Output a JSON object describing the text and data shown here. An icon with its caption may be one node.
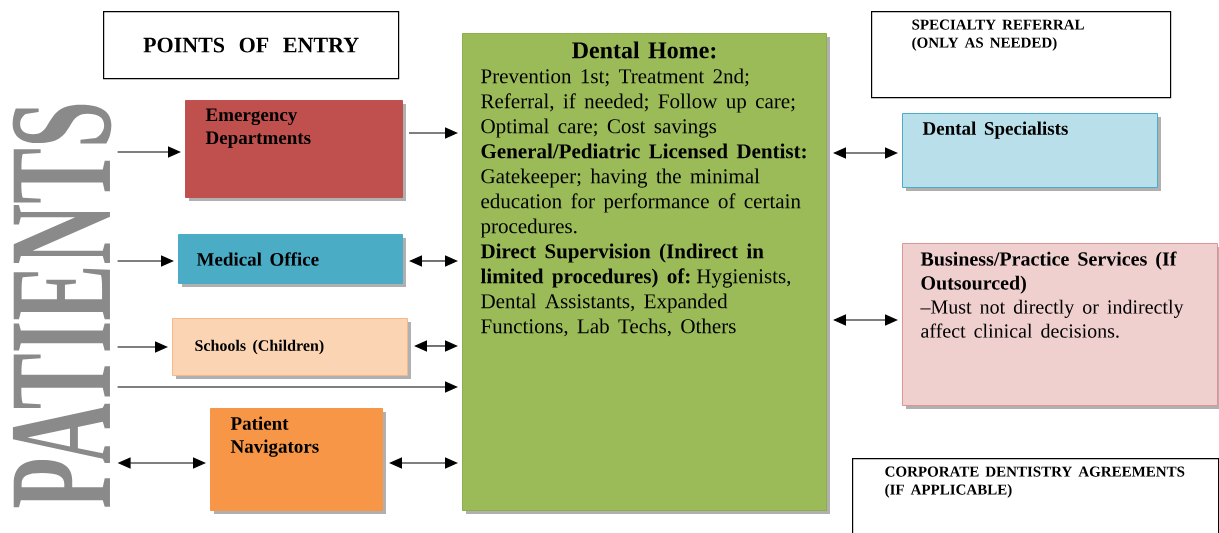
{
  "diagram": {
    "nodes": [
      {
        "text": [
          "PATIENTS"
        ]
      },
      {
        "text": [
          "POINTS OF ENTRY"
        ]
      },
      {
        "text": [
          "Emergency Departments"
        ]
      },
      {
        "text": [
          "Medical Office"
        ]
      },
      {
        "text": [
          "Schools (Children)"
        ]
      },
      {
        "text": [
          "Patient Navigators"
        ]
      },
      {
        "text": [
          "Dental Home:",
          "Prevention 1st; Treatment 2nd; Referral, if needed; Follow up care; Optimal care; Cost savings",
          "**General/Pediatric Licensed Dentist:** Gatekeeper; having the minimal education for performance of certain procedures.",
          "**Direct Supervision (Indirect in limited procedures) of:** Hygienists, Dental Assistants, Expanded Functions, Lab Techs, Others"
        ]
      },
      {
        "text": [
          "SPECIALTY REFERRAL (ONLY AS NEEDED)"
        ]
      },
      {
        "text": [
          "Dental Specialists"
        ]
      },
      {
        "text": [
          "Business/Practice Services (If Outsourced)",
          "–Must not directly or indirectly affect clinical decisions."
        ]
      },
      {
        "text": [
          "CORPORATE DENTISTRY AGREEMENTS (IF APPLICABLE)"
        ]
      }
    ],
    "edges": [
      {
        "from": 0,
        "to": 2,
        "arrow": "to"
      },
      {
        "from": 0,
        "to": 3,
        "arrow": "to"
      },
      {
        "from": 0,
        "to": 4,
        "arrow": "to"
      },
      {
        "from": 0,
        "to": 6,
        "arrow": "to"
      },
      {
        "from": 0,
        "to": 5,
        "arrow": "both"
      },
      {
        "from": 2,
        "to": 6,
        "arrow": "to"
      },
      {
        "from": 3,
        "to": 6,
        "arrow": "both"
      },
      {
        "from": 4,
        "to": 6,
        "arrow": "both"
      },
      {
        "from": 5,
        "to": 6,
        "arrow": "both"
      },
      {
        "from": 6,
        "to": 8,
        "arrow": "both"
      },
      {
        "from": 6,
        "to": 9,
        "arrow": "both"
      }
    ]
  }
}
